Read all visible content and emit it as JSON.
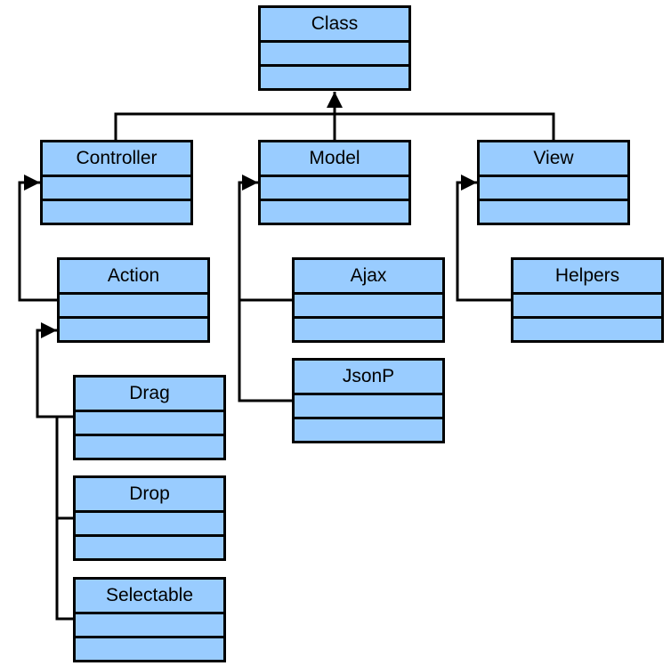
{
  "colors": {
    "box_fill": "#99ccff",
    "line": "#000000",
    "background": "#ffffff"
  },
  "classes": {
    "class": "Class",
    "controller": "Controller",
    "model": "Model",
    "view": "View",
    "action": "Action",
    "ajax": "Ajax",
    "helpers": "Helpers",
    "jsonp": "JsonP",
    "drag": "Drag",
    "drop": "Drop",
    "selectable": "Selectable"
  }
}
